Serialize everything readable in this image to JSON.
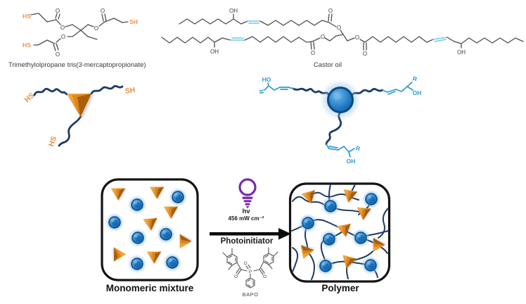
{
  "labels": {
    "thiol_name": "Trimethylolpropane tris(3-mercaptopropionate)",
    "castor_name": "Castor oil",
    "monomer_box": "Monomeric mixture",
    "polymer_box": "Polymer",
    "hv": "hν",
    "intensity": "456 mW cm⁻²",
    "photoinitiator": "Photoinitiator",
    "bapo": "BAPO"
  },
  "atoms": {
    "o": "O",
    "oh": "OH",
    "ho": "HO",
    "hs": "HS",
    "sh": "SH",
    "r": "R",
    "p": "P"
  },
  "colors": {
    "triangle_orange": "#E8872B",
    "triangle_dark": "#A05808",
    "thiol_label_orange": "#EE8C3F",
    "navy_chain": "#1E3A67",
    "blue_node": "#1B74C0",
    "light_blue_skeletal": "#2E9AD0",
    "cyan_double_bond": "#72C7E9",
    "lamp_purple": "#7A2BA8",
    "bond_gray": "#4d4d4d",
    "arrow_black": "#0b0b0b"
  }
}
